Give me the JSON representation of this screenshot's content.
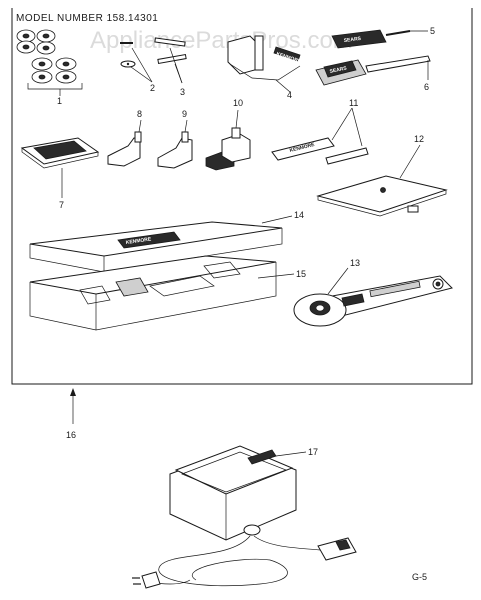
{
  "header": {
    "model_number": "MODEL NUMBER 158.14301"
  },
  "watermark": {
    "text": "AppliancePartsPros.com"
  },
  "part_labels": [
    "1",
    "2",
    "3",
    "4",
    "5",
    "6",
    "7",
    "8",
    "9",
    "10",
    "11",
    "12",
    "13",
    "14",
    "15",
    "16",
    "17"
  ],
  "page_id": "G-5",
  "part_print": {
    "kenmore": "KENMORE",
    "sears": "SEARS"
  }
}
